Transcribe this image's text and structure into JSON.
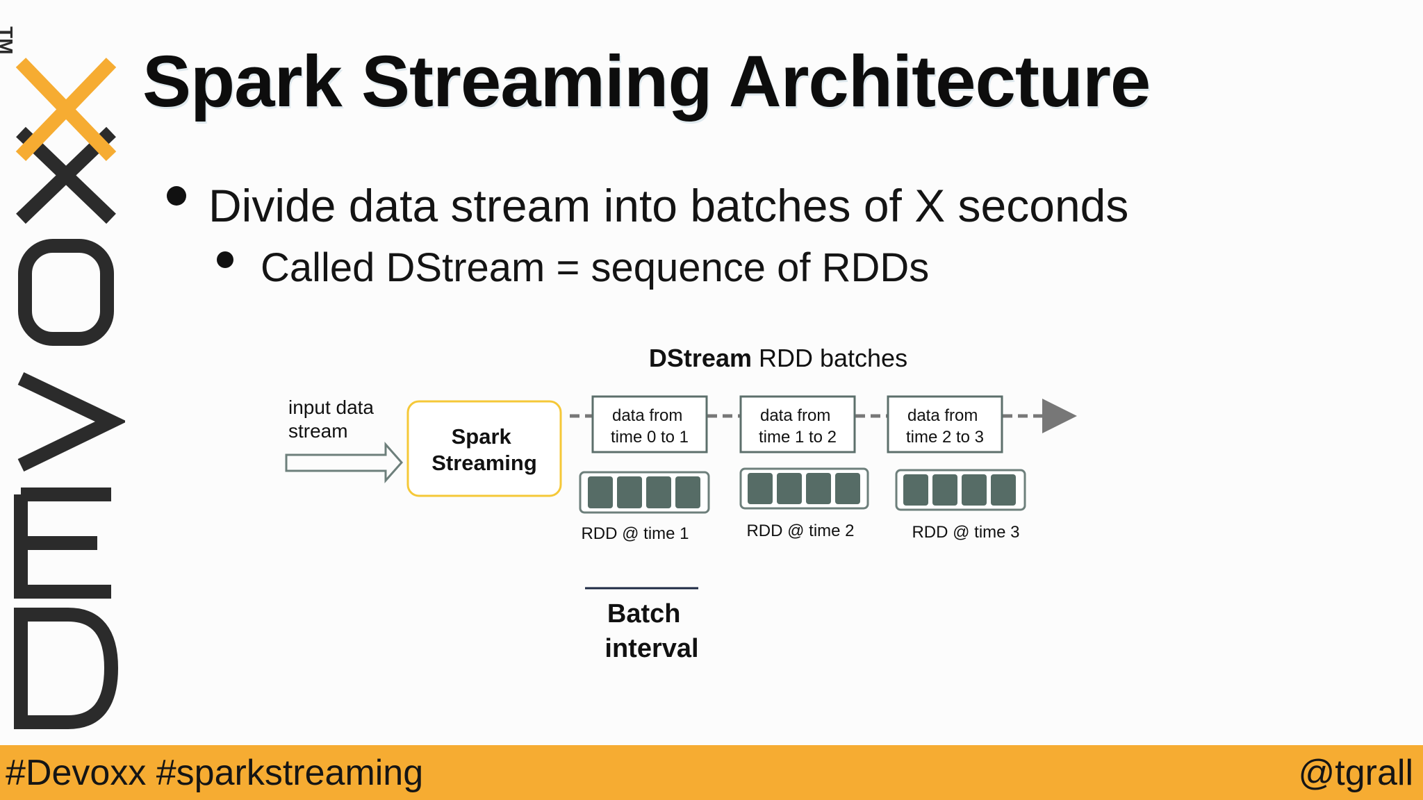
{
  "logo": {
    "text": "DEVOXX",
    "trademark": "TM",
    "colors": {
      "dark": "#2b2b2b",
      "accent": "#f6ac32"
    }
  },
  "slide": {
    "title": "Spark Streaming Architecture",
    "bullets": [
      {
        "level": 1,
        "text": "Divide data stream into batches of X seconds"
      },
      {
        "level": 2,
        "text": "Called DStream =  sequence of RDDs"
      }
    ]
  },
  "diagram": {
    "heading_bold": "DStream",
    "heading_rest": " RDD batches",
    "input_label": [
      "input data",
      "stream"
    ],
    "engine_label": [
      "Spark",
      "Streaming"
    ],
    "batches": [
      {
        "lines": [
          "data from",
          "time 0 to 1"
        ],
        "rdd_label": "RDD @ time 1"
      },
      {
        "lines": [
          "data from",
          "time 1 to 2"
        ],
        "rdd_label": "RDD @ time 2"
      },
      {
        "lines": [
          "data from",
          "time 2 to 3"
        ],
        "rdd_label": "RDD @ time 3"
      }
    ],
    "interval_label": [
      "Batch",
      "interval"
    ],
    "colors": {
      "engine_border": "#f5c838",
      "block_fill": "#566c66",
      "box_border": "#5c6f6b",
      "dash": "#777777"
    }
  },
  "footer": {
    "hashtags": "#Devoxx  #sparkstreaming",
    "handle": "@tgrall",
    "color": "#f6ac32"
  }
}
